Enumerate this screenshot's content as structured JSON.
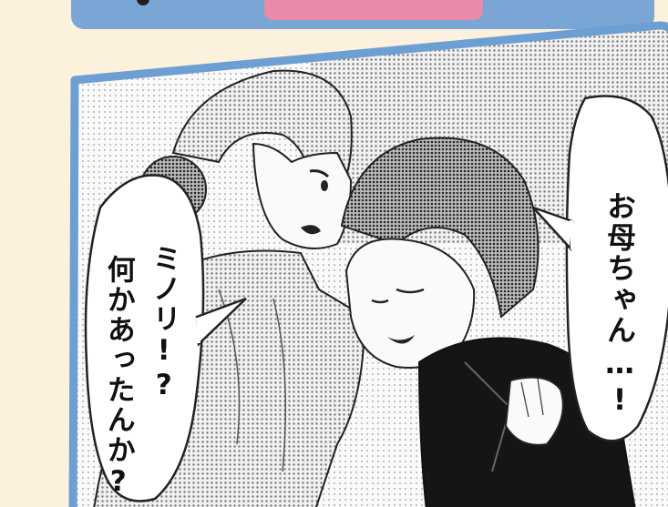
{
  "scene": {
    "panel_border_color": "#6d9fd3",
    "background_color": "#fbf1dd",
    "speech_right": {
      "text": "お母ちゃん…!"
    },
    "speech_left": {
      "line1": "ミノリ!?",
      "line2": "何かあったんか?"
    }
  }
}
